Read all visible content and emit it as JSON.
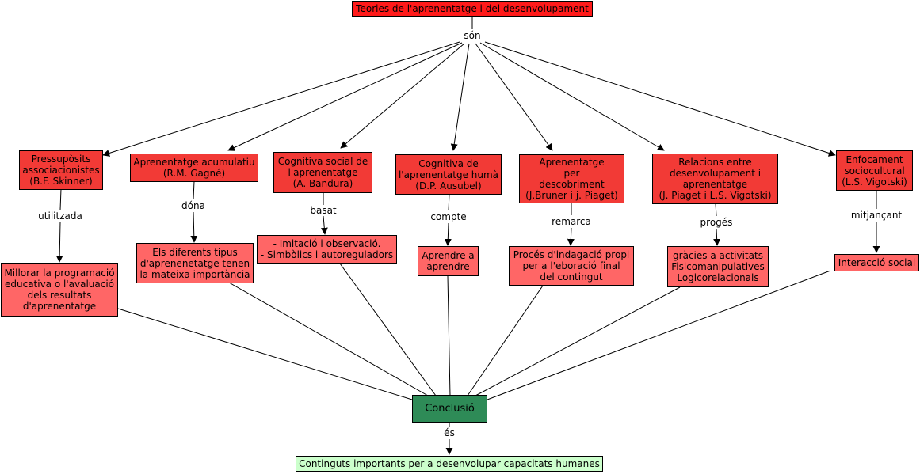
{
  "root": "Teories de l'aprenentatge i del desenvolupament",
  "root_link": "són",
  "theories": [
    {
      "label": "Pressupòsits\nassociacionistes\n(B.F. Skinner)",
      "link": "utilitzada",
      "result": "Millorar la programació\neducativa o l'avaluació\ndels resultats\nd'aprenentatge"
    },
    {
      "label": "Aprenentatge acumulatiu\n(R.M. Gagné)",
      "link": "dóna",
      "result": "Els diferents tipus\nd'aprenenetatge tenen\nla mateixa importància"
    },
    {
      "label": "Cognitiva social de\nl'aprenentatge\n(A. Bandura)",
      "link": "basat",
      "result": "- Imitació i observació.\n- Simbòlics i autoreguladors"
    },
    {
      "label": "Cognitiva de\nl'aprenentatge humà\n(D.P. Ausubel)",
      "link": "compte",
      "result": "Aprendre a\naprendre"
    },
    {
      "label": "Aprenentatge\nper\ndescobriment\n(J.Bruner i j. Piaget)",
      "link": "remarca",
      "result": "Procés d'indagació propi\nper a l'eboració final\ndel contingut"
    },
    {
      "label": "Relacions entre\ndesenvolupament i\naprenentatge\n(J. Piaget i L.S. Vigotski)",
      "link": "progés",
      "result": "gràcies a activitats\nFisicomanipulatives\nLogicorelacionals"
    },
    {
      "label": "Enfocament\nsociocultural\n(L.S. Vigotski)",
      "link": "mitjançant",
      "result": "Interacció social"
    }
  ],
  "conclusion": "Conclusió",
  "conclusion_link": "és",
  "final": "Continguts importants per a desenvolupar capacitats humanes",
  "colors": {
    "theory": "#f23a36",
    "result": "#ff6666",
    "conclusion": "#2e8b57",
    "final": "#ccffcc",
    "root": "#ff1a1a"
  }
}
